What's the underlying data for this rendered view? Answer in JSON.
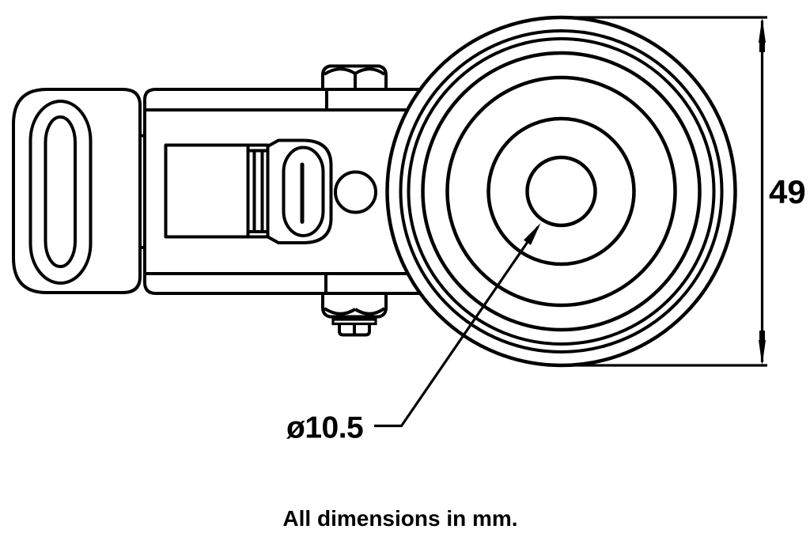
{
  "drawing": {
    "footnote": "All dimensions in mm.",
    "dimensions": {
      "wheel_diameter": "49",
      "axle_bore": "ø10.5"
    },
    "colors": {
      "line": "#000000",
      "background": "#ffffff",
      "text": "#000000"
    }
  }
}
